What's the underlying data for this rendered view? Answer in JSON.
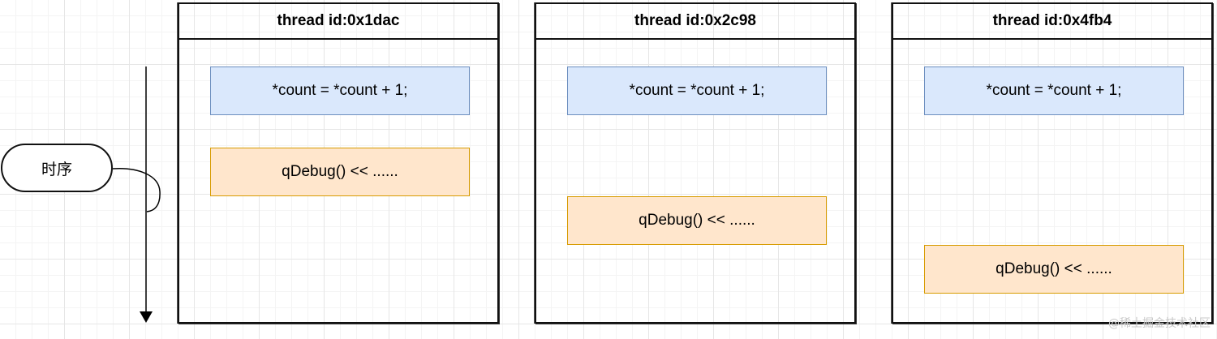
{
  "timeline_label": "时序",
  "threads": [
    {
      "title": "thread id:0x1dac",
      "statement": "*count = *count + 1;",
      "debug": "qDebug() << ......"
    },
    {
      "title": "thread id:0x2c98",
      "statement": "*count = *count + 1;",
      "debug": "qDebug() << ......"
    },
    {
      "title": "thread id:0x4fb4",
      "statement": "*count = *count + 1;",
      "debug": "qDebug() << ......"
    }
  ],
  "watermark": "@稀土掘金技术社区",
  "colors": {
    "statement_fill": "#dae8fc",
    "statement_stroke": "#6c8ebf",
    "debug_fill": "#ffe6cc",
    "debug_stroke": "#d79b00"
  }
}
